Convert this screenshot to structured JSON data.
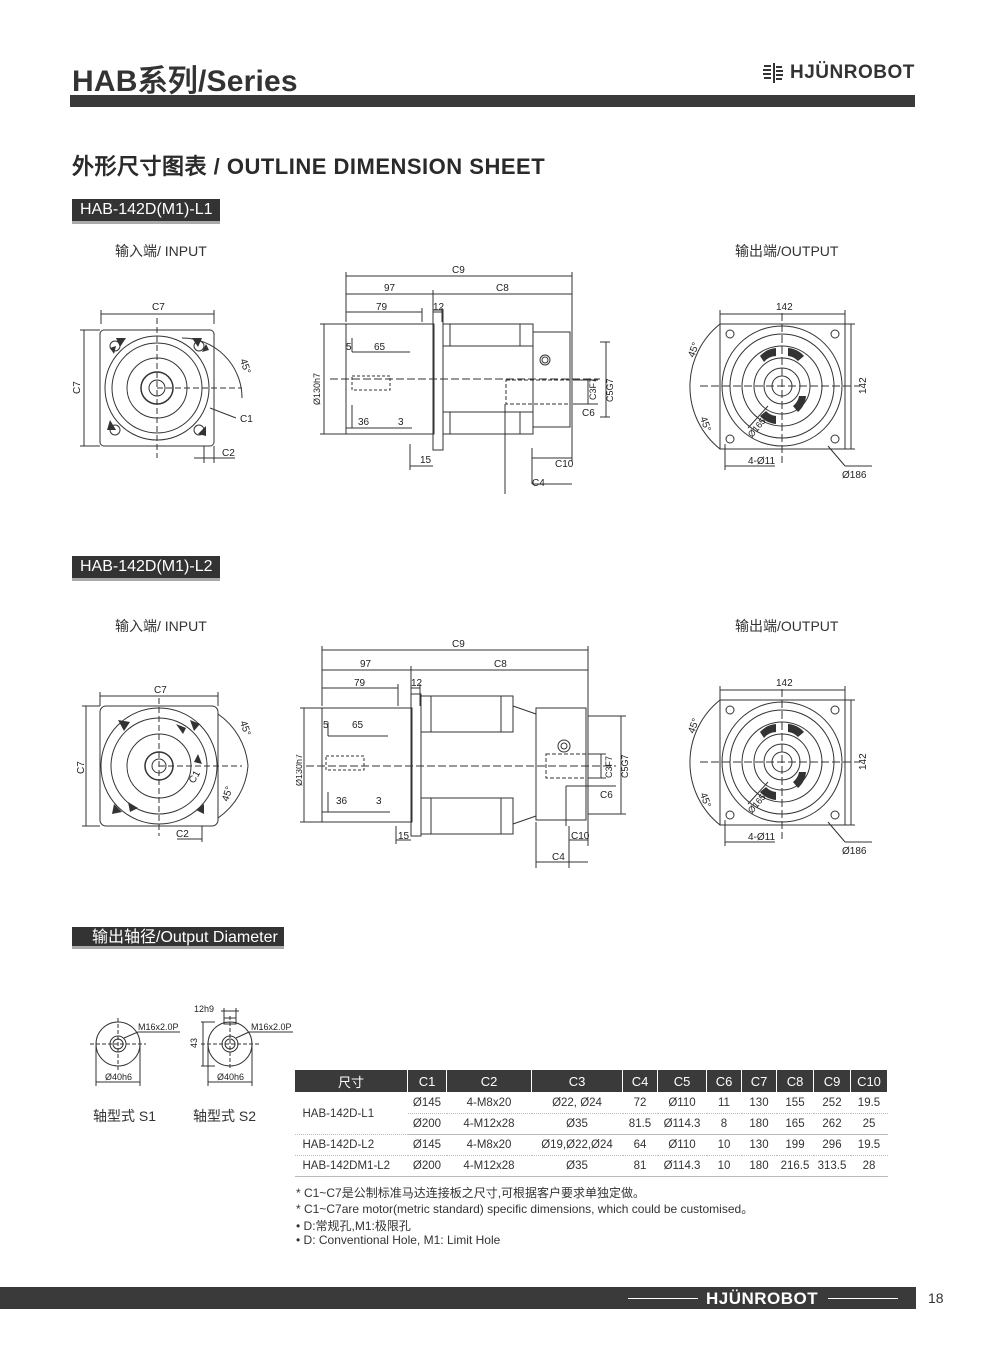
{
  "header": {
    "series_title": "HAB系列/Series",
    "brand": "HJÜNROBOT"
  },
  "section_heading": "外形尺寸图表 / OUTLINE DIMENSION SHEET",
  "models": [
    {
      "label": "HAB-142D(M1)-L1",
      "input_label": "输入端/ INPUT",
      "output_label": "输出端/OUTPUT"
    },
    {
      "label": "HAB-142D(M1)-L2",
      "input_label": "输入端/ INPUT",
      "output_label": "输出端/OUTPUT"
    }
  ],
  "dims": {
    "c1": "C1",
    "c2": "C2",
    "c3": "C3F7",
    "c4": "C4",
    "c5": "C5G7",
    "c6": "C6",
    "c7": "C7",
    "c8": "C8",
    "c9": "C9",
    "c10": "C10",
    "d97": "97",
    "d79": "79",
    "d12": "12",
    "d5": "5",
    "d65": "65",
    "d36": "36",
    "d3": "3",
    "d15": "15",
    "d130": "Ø130h7",
    "d142": "142",
    "d165": "Ø165",
    "d186": "Ø186",
    "d411": "4-Ø11",
    "a45": "45°"
  },
  "output_diameter": {
    "label": "输出轴径/Output Diameter",
    "s1": {
      "thread": "M16x2.0P",
      "dia": "Ø40h6",
      "caption": "轴型式 S1"
    },
    "s2": {
      "thread": "M16x2.0P",
      "dia": "Ø40h6",
      "key": "12h9",
      "height": "43",
      "caption": "轴型式 S2"
    }
  },
  "table": {
    "headers": [
      "尺寸",
      "C1",
      "C2",
      "C3",
      "C4",
      "C5",
      "C6",
      "C7",
      "C8",
      "C9",
      "C10"
    ],
    "rows": [
      {
        "model": "HAB-142D-L1",
        "cells": [
          "Ø145",
          "4-M8x20",
          "Ø22, Ø24",
          "72",
          "Ø110",
          "11",
          "130",
          "155",
          "252",
          "19.5"
        ]
      },
      {
        "model": "",
        "cells": [
          "Ø200",
          "4-M12x28",
          "Ø35",
          "81.5",
          "Ø114.3",
          "8",
          "180",
          "165",
          "262",
          "25"
        ]
      },
      {
        "model": "HAB-142D-L2",
        "cells": [
          "Ø145",
          "4-M8x20",
          "Ø19,Ø22,Ø24",
          "64",
          "Ø110",
          "10",
          "130",
          "199",
          "296",
          "19.5"
        ]
      },
      {
        "model": "HAB-142DM1-L2",
        "cells": [
          "Ø200",
          "4-M12x28",
          "Ø35",
          "81",
          "Ø114.3",
          "10",
          "180",
          "216.5",
          "313.5",
          "28"
        ]
      }
    ]
  },
  "notes": [
    "* C1~C7是公制标准马达连接板之尺寸,可根据客户要求单独定做。",
    "* C1~C7are motor(metric standard)  specific dimensions, which could be customised。",
    "• D:常规孔,M1:极限孔",
    "• D: Conventional Hole, M1: Limit Hole"
  ],
  "footer": {
    "brand": "HJÜNROBOT",
    "page_number": "18"
  }
}
